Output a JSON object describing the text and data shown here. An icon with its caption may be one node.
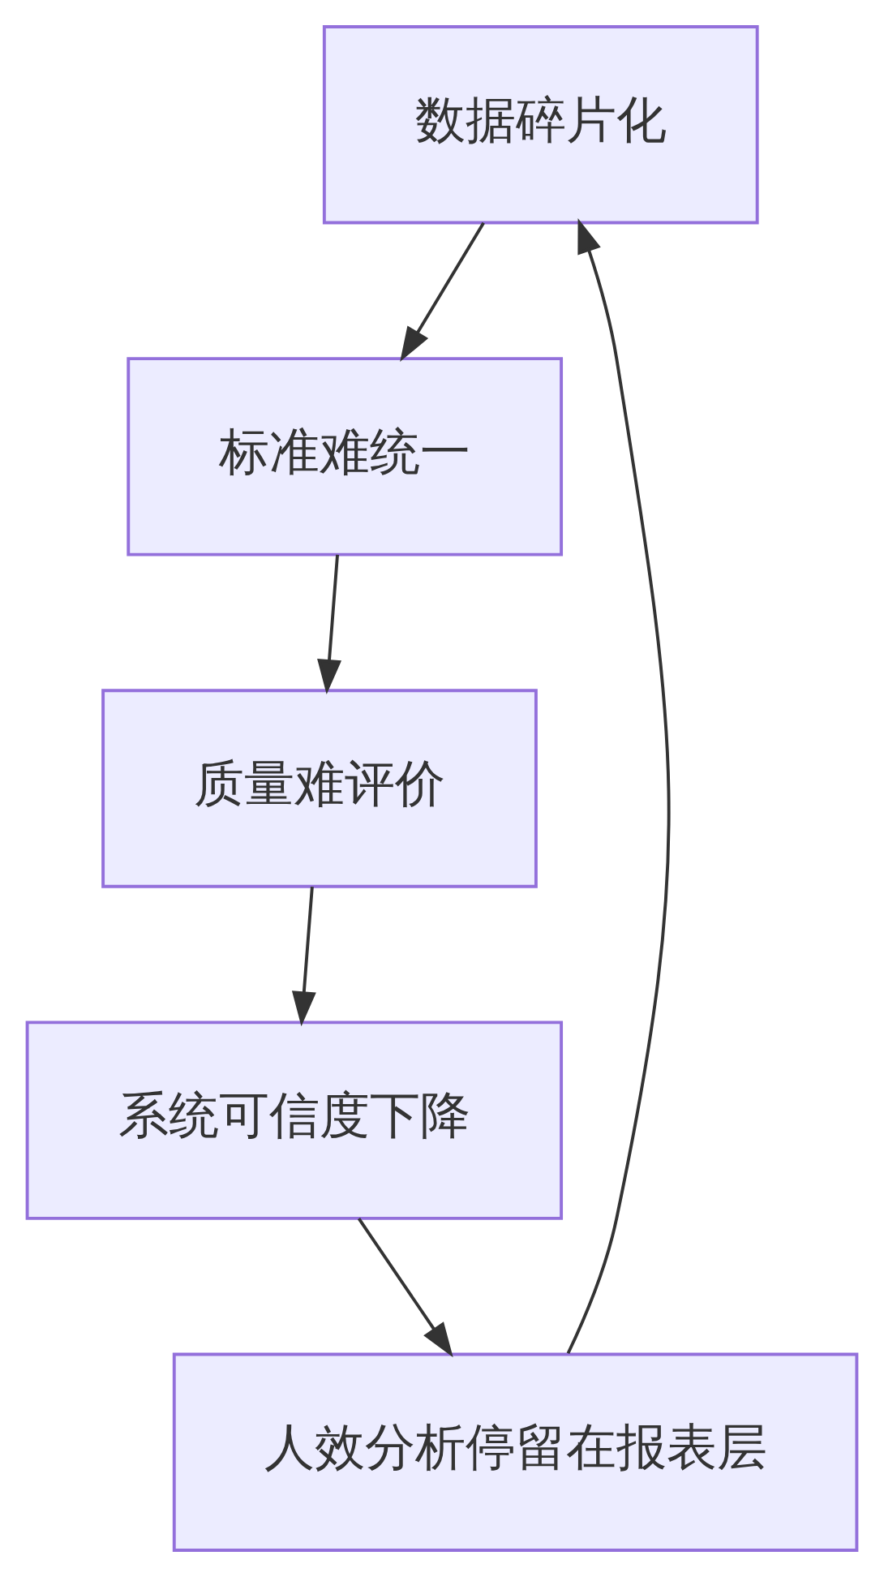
{
  "diagram": {
    "nodes": [
      {
        "text": [
          "数据碎片化"
        ]
      },
      {
        "text": [
          "标准难统一"
        ]
      },
      {
        "text": [
          "质量难评价"
        ]
      },
      {
        "text": [
          "系统可信度下降"
        ]
      },
      {
        "text": [
          "人效分析停留在报表层"
        ]
      }
    ],
    "edges": [
      {
        "from": 0,
        "to": 1,
        "arrow": "to"
      },
      {
        "from": 1,
        "to": 2,
        "arrow": "to"
      },
      {
        "from": 2,
        "to": 3,
        "arrow": "to"
      },
      {
        "from": 3,
        "to": 4,
        "arrow": "to"
      },
      {
        "from": 4,
        "to": 0,
        "arrow": "to"
      }
    ]
  }
}
